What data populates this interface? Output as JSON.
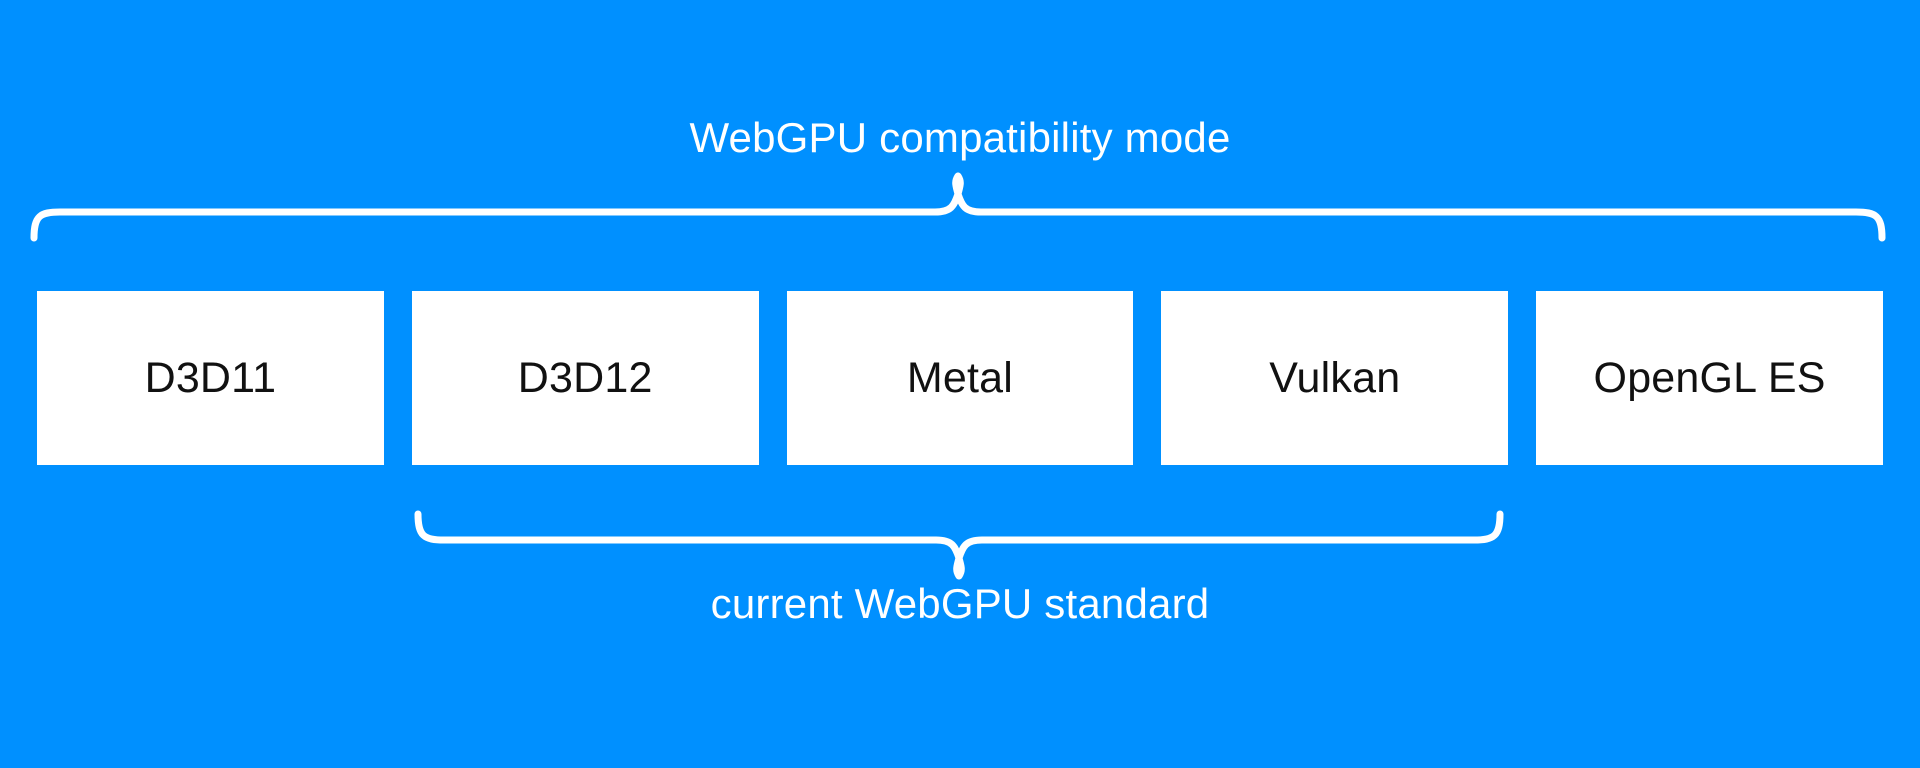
{
  "diagram": {
    "title": "WebGPU compatibility mode",
    "background_color": "#0090ff",
    "box_fill_color": "#ffffff",
    "box_text_color": "#111111",
    "label_text_color": "#ffffff",
    "top_brace": {
      "label": "WebGPU compatibility mode",
      "position": "above",
      "spans_boxes": [
        "D3D11",
        "D3D12",
        "Metal",
        "Vulkan",
        "OpenGL ES"
      ]
    },
    "bottom_brace": {
      "label": "current WebGPU standard",
      "position": "below",
      "spans_boxes": [
        "D3D12",
        "Metal",
        "Vulkan"
      ]
    },
    "boxes": [
      {
        "label": "D3D11"
      },
      {
        "label": "D3D12"
      },
      {
        "label": "Metal"
      },
      {
        "label": "Vulkan"
      },
      {
        "label": "OpenGL ES"
      }
    ]
  }
}
